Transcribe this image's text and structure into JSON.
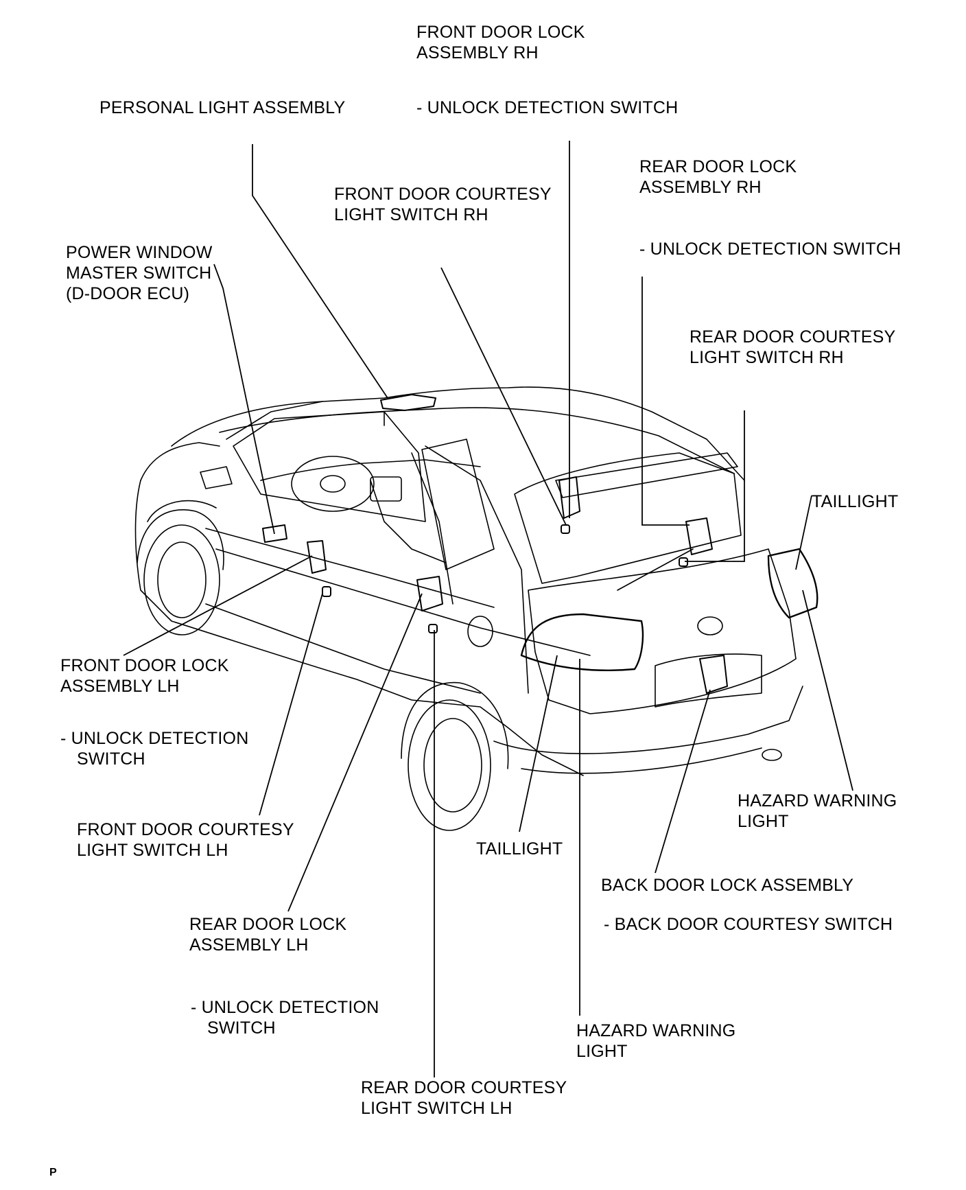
{
  "labels": {
    "front_door_lock_rh": [
      "FRONT DOOR LOCK",
      "ASSEMBLY RH"
    ],
    "front_door_lock_rh_sub": "-  UNLOCK DETECTION SWITCH",
    "personal_light": "PERSONAL LIGHT ASSEMBLY",
    "front_courtesy_rh": [
      "FRONT DOOR COURTESY",
      "LIGHT SWITCH RH"
    ],
    "rear_door_lock_rh": [
      "REAR DOOR LOCK",
      "ASSEMBLY RH"
    ],
    "rear_door_lock_rh_sub": "-  UNLOCK DETECTION SWITCH",
    "power_window": [
      "POWER WINDOW",
      "MASTER SWITCH",
      "(D-DOOR ECU)"
    ],
    "rear_courtesy_rh": [
      "REAR DOOR COURTESY",
      "LIGHT SWITCH RH"
    ],
    "taillight_right": "TAILLIGHT",
    "front_door_lock_lh": [
      "FRONT DOOR LOCK",
      "ASSEMBLY LH"
    ],
    "front_door_lock_lh_sub": [
      "-  UNLOCK DETECTION",
      "SWITCH"
    ],
    "hazard_right": [
      "HAZARD WARNING",
      "LIGHT"
    ],
    "front_courtesy_lh": [
      "FRONT DOOR COURTESY",
      "LIGHT SWITCH LH"
    ],
    "taillight_center": "TAILLIGHT",
    "back_door_lock": "BACK DOOR LOCK ASSEMBLY",
    "back_door_lock_sub": "-  BACK DOOR COURTESY SWITCH",
    "rear_door_lock_lh": [
      "REAR DOOR LOCK",
      "ASSEMBLY LH"
    ],
    "rear_door_lock_lh_sub": [
      "-  UNLOCK DETECTION",
      "SWITCH"
    ],
    "hazard_center": [
      "HAZARD WARNING",
      "LIGHT"
    ],
    "rear_courtesy_lh": [
      "REAR DOOR COURTESY",
      "LIGHT SWITCH LH"
    ],
    "figure_code": "P"
  }
}
